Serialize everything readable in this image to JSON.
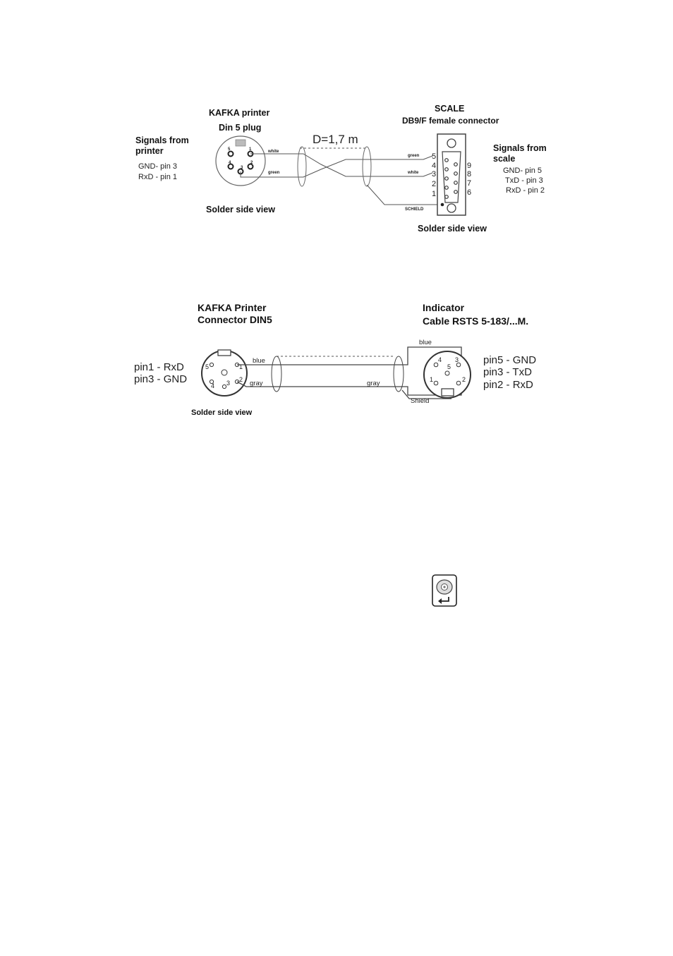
{
  "diagram1": {
    "printer_title": "KAFKA printer",
    "printer_subtitle": "Din 5 plug",
    "signals_from_printer_line1": "Signals from",
    "signals_from_printer_line2": "printer",
    "printer_signal_gnd": "GND- pin 3",
    "printer_signal_rxd": "RxD - pin 1",
    "printer_solder_view": "Solder side view",
    "cable_length": "D=1,7 m",
    "wire_white_left": "white",
    "wire_green_left": "green",
    "wire_green_right": "green",
    "wire_white_right": "white",
    "shield_label": "SCHIELD",
    "scale_title": "SCALE",
    "scale_subtitle": "DB9/F female connector",
    "signals_from_scale_line1": "Signals from",
    "signals_from_scale_line2": "scale",
    "scale_signal_gnd": "GND- pin 5",
    "scale_signal_txd": "TxD - pin 3",
    "scale_signal_rxd": "RxD - pin 2",
    "scale_solder_view": "Solder side view",
    "din_pins": [
      "5",
      "1",
      "4",
      "2",
      "3"
    ],
    "db9_left_pins": [
      "5",
      "4",
      "3",
      "2",
      "1"
    ],
    "db9_right_pins": [
      "9",
      "8",
      "7",
      "6"
    ]
  },
  "diagram2": {
    "printer_title_line1": "KAFKA Printer",
    "printer_title_line2": "Connector  DIN5",
    "printer_pin1": "pin1 - RxD",
    "printer_pin3": "pin3 - GND",
    "solder_view": "Solder side view",
    "wire_blue_left": "blue",
    "wire_gray_left": "gray",
    "wire_gray_right": "gray",
    "wire_blue_right": "blue",
    "shield_label": "Shield",
    "indicator_title_line1": "Indicator",
    "indicator_title_line2": "Cable  RSTS 5-183/...M.",
    "indicator_pin5": "pin5 - GND",
    "indicator_pin3": "pin3 - TxD",
    "indicator_pin2": "pin2 - RxD",
    "left_din_pins": [
      "5",
      "1",
      "4",
      "3",
      "2"
    ],
    "right_din_pins": [
      "4",
      "3",
      "5",
      "1",
      "2"
    ]
  },
  "key_icon": "print-enter-key-icon"
}
